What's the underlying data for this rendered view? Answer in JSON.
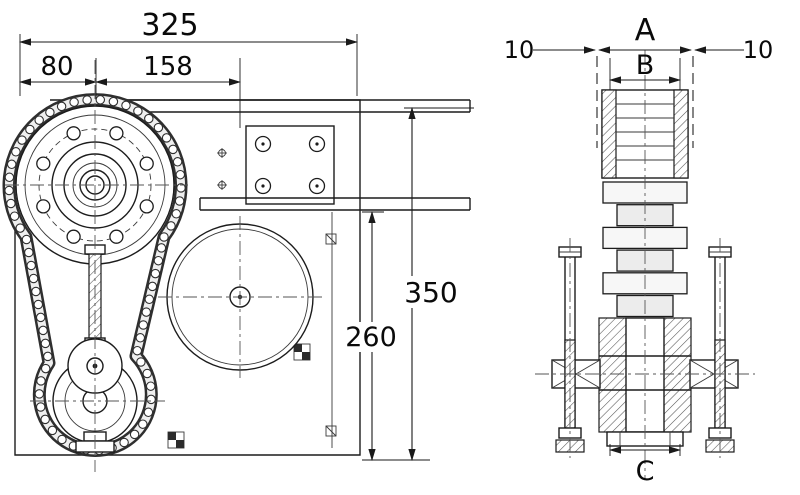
{
  "drawing": {
    "left_view": {
      "total_width": "325",
      "shaft_offset": "80",
      "center_distance": "158",
      "total_height": "350",
      "inner_height": "260"
    },
    "right_view": {
      "gap_left": "10",
      "gap_right": "10",
      "label_a": "A",
      "label_b": "B",
      "label_c": "C"
    }
  }
}
